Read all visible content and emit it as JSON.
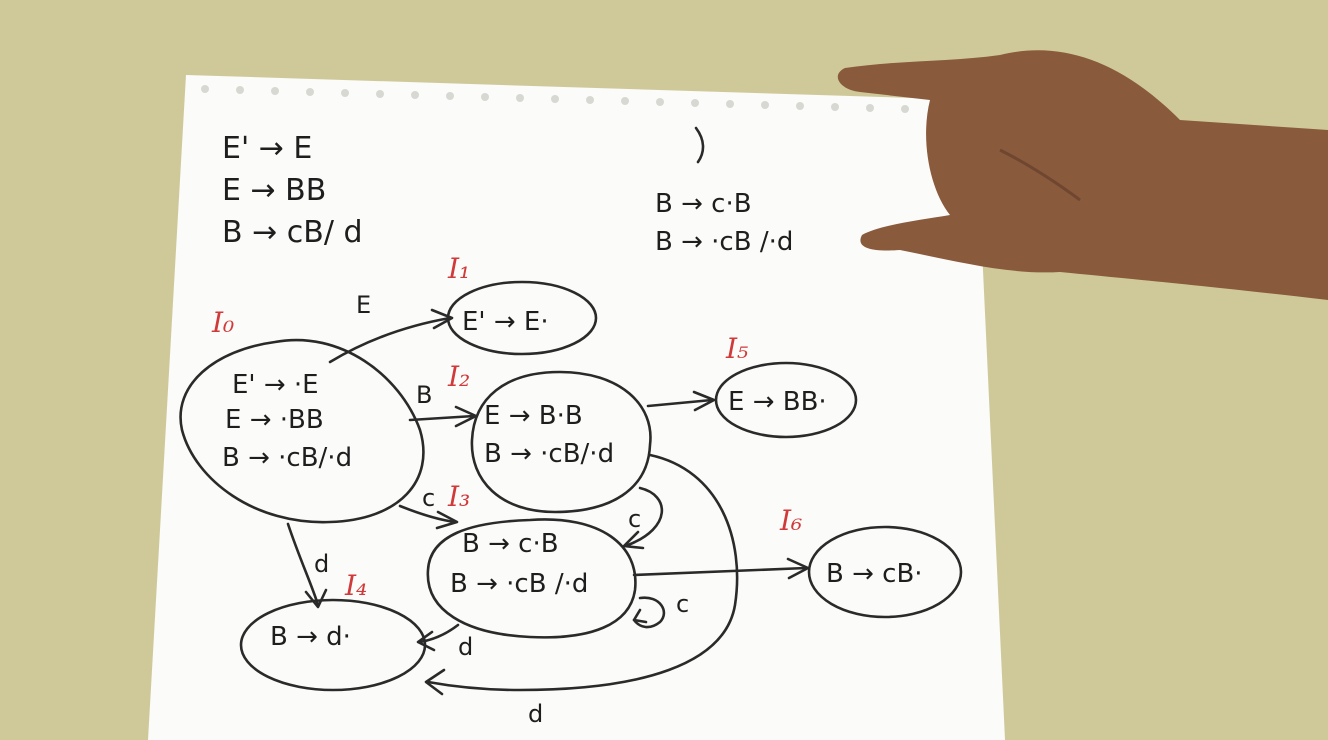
{
  "grammar": [
    "E' → E",
    "E → BB",
    "B → cB/ d"
  ],
  "note": [
    "B → c·B",
    "B → ·cB /·d"
  ],
  "states": {
    "I0": {
      "label": "I₀",
      "items": [
        "E' → ·E",
        "E → ·BB",
        "B → ·cB/·d"
      ]
    },
    "I1": {
      "label": "I₁",
      "items": [
        "E' → E·"
      ]
    },
    "I2": {
      "label": "I₂",
      "items": [
        "E → B·B",
        "B → ·cB/·d"
      ]
    },
    "I3": {
      "label": "I₃",
      "items": [
        "B → c·B",
        "B → ·cB /·d"
      ]
    },
    "I4": {
      "label": "I₄",
      "items": [
        "B → d·"
      ]
    },
    "I5": {
      "label": "I₅",
      "items": [
        "E → BB·"
      ]
    },
    "I6": {
      "label": "I₆",
      "items": [
        "B → cB·"
      ]
    }
  },
  "transitions": {
    "I0_I1": "E",
    "I0_I2": "B",
    "I0_I3": "c",
    "I0_I4": "d",
    "I2_I3": "c",
    "I2_I4": "d",
    "I3_I3": "c",
    "I3_I4": "d"
  },
  "colors": {
    "state_label": "#d03a3a",
    "ink": "#1e1e1e",
    "paper": "#fbfbf9",
    "table": "#cfc99a"
  }
}
